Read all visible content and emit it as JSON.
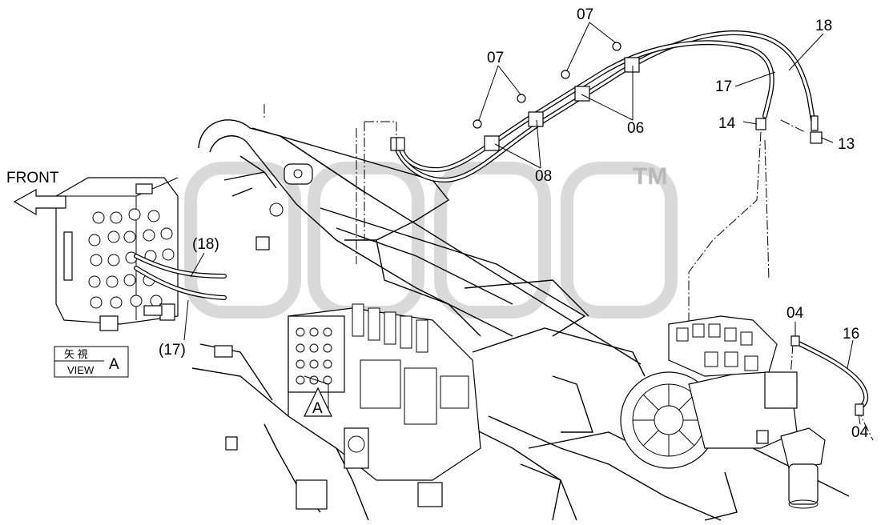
{
  "diagram": {
    "front_label": "FRONT",
    "trademark": "TM",
    "view_box": {
      "kanji": "矢 視",
      "view": "VIEW",
      "letter": "A"
    },
    "view_marker": "A",
    "callouts": {
      "c07a": "07",
      "c07b": "07",
      "c06": "06",
      "c08": "08",
      "c18": "18",
      "c17": "17",
      "c14": "14",
      "c13": "13",
      "c04a": "04",
      "c04b": "04",
      "c16": "16",
      "c18p": "(18)",
      "c17p": "(17)"
    }
  }
}
